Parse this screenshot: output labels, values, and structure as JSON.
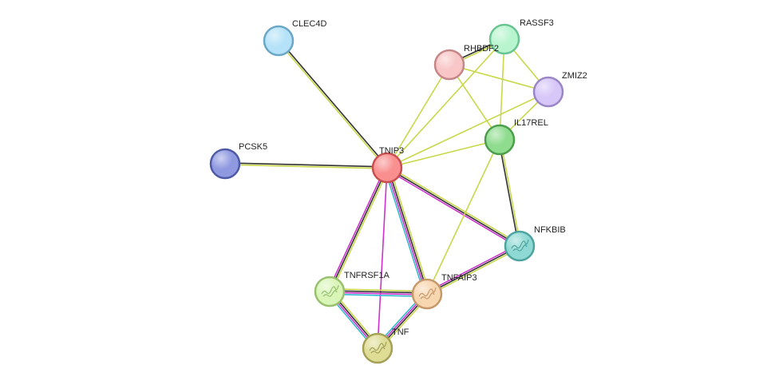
{
  "network": {
    "nodes": [
      {
        "id": "TNIP3",
        "label": "TNIP3",
        "color": "#f98f8f",
        "stroke": "#c84f4f",
        "structure": false
      },
      {
        "id": "CLEC4D",
        "label": "CLEC4D",
        "color": "#b5e2f8",
        "stroke": "#6aa6c6",
        "structure": false
      },
      {
        "id": "RASSF3",
        "label": "RASSF3",
        "color": "#b8f5cf",
        "stroke": "#6ac492",
        "structure": false
      },
      {
        "id": "RHBDF2",
        "label": "RHBDF2",
        "color": "#f8c6c6",
        "stroke": "#c48686",
        "structure": false
      },
      {
        "id": "ZMIZ2",
        "label": "ZMIZ2",
        "color": "#d7c6f8",
        "stroke": "#9a86c6",
        "structure": false
      },
      {
        "id": "IL17REL",
        "label": "IL17REL",
        "color": "#8fdc8f",
        "stroke": "#4c9e4c",
        "structure": false
      },
      {
        "id": "PCSK5",
        "label": "PCSK5",
        "color": "#8f99e0",
        "stroke": "#4f5aa6",
        "structure": false
      },
      {
        "id": "NFKBIB",
        "label": "NFKBIB",
        "color": "#8fd9d4",
        "stroke": "#4ea39e",
        "structure": true
      },
      {
        "id": "TNFRSF1A",
        "label": "TNFRSF1A",
        "color": "#d9f5b8",
        "stroke": "#98c06e",
        "structure": true
      },
      {
        "id": "TNFAIP3",
        "label": "TNFAIP3",
        "color": "#f8d6b0",
        "stroke": "#c6996a",
        "structure": true
      },
      {
        "id": "TNF",
        "label": "TNF",
        "color": "#dedc95",
        "stroke": "#a3a156",
        "structure": true
      }
    ],
    "edges": [
      {
        "source": "TNIP3",
        "target": "CLEC4D",
        "colors": [
          "#c8d84a",
          "#333333"
        ]
      },
      {
        "source": "TNIP3",
        "target": "PCSK5",
        "colors": [
          "#c8d84a",
          "#333333"
        ]
      },
      {
        "source": "TNIP3",
        "target": "RHBDF2",
        "colors": [
          "#c8d84a"
        ]
      },
      {
        "source": "TNIP3",
        "target": "RASSF3",
        "colors": [
          "#c8d84a"
        ]
      },
      {
        "source": "TNIP3",
        "target": "ZMIZ2",
        "colors": [
          "#c8d84a"
        ]
      },
      {
        "source": "TNIP3",
        "target": "IL17REL",
        "colors": [
          "#c8d84a"
        ]
      },
      {
        "source": "TNIP3",
        "target": "NFKBIB",
        "colors": [
          "#c8d84a",
          "#333333",
          "#cc33cc"
        ]
      },
      {
        "source": "TNIP3",
        "target": "TNFRSF1A",
        "colors": [
          "#c8d84a",
          "#333333",
          "#cc33cc"
        ]
      },
      {
        "source": "TNIP3",
        "target": "TNFAIP3",
        "colors": [
          "#c8d84a",
          "#333333",
          "#cc33cc",
          "#33bbcc"
        ]
      },
      {
        "source": "TNIP3",
        "target": "TNF",
        "colors": [
          "#cc33cc"
        ]
      },
      {
        "source": "RASSF3",
        "target": "RHBDF2",
        "colors": [
          "#c8d84a",
          "#333333"
        ]
      },
      {
        "source": "RASSF3",
        "target": "ZMIZ2",
        "colors": [
          "#c8d84a"
        ]
      },
      {
        "source": "RASSF3",
        "target": "IL17REL",
        "colors": [
          "#c8d84a"
        ]
      },
      {
        "source": "RHBDF2",
        "target": "ZMIZ2",
        "colors": [
          "#c8d84a"
        ]
      },
      {
        "source": "RHBDF2",
        "target": "IL17REL",
        "colors": [
          "#c8d84a"
        ]
      },
      {
        "source": "ZMIZ2",
        "target": "IL17REL",
        "colors": [
          "#c8d84a"
        ]
      },
      {
        "source": "IL17REL",
        "target": "NFKBIB",
        "colors": [
          "#c8d84a",
          "#333333"
        ]
      },
      {
        "source": "IL17REL",
        "target": "TNFAIP3",
        "colors": [
          "#c8d84a"
        ]
      },
      {
        "source": "NFKBIB",
        "target": "TNFAIP3",
        "colors": [
          "#c8d84a",
          "#333333",
          "#cc33cc"
        ]
      },
      {
        "source": "TNFRSF1A",
        "target": "TNFAIP3",
        "colors": [
          "#c8d84a",
          "#333333",
          "#cc33cc",
          "#33bbcc"
        ]
      },
      {
        "source": "TNFRSF1A",
        "target": "TNF",
        "colors": [
          "#c8d84a",
          "#333333",
          "#cc33cc",
          "#33bbcc"
        ]
      },
      {
        "source": "TNFAIP3",
        "target": "TNF",
        "colors": [
          "#c8d84a",
          "#333333",
          "#cc33cc",
          "#33bbcc"
        ]
      }
    ]
  }
}
